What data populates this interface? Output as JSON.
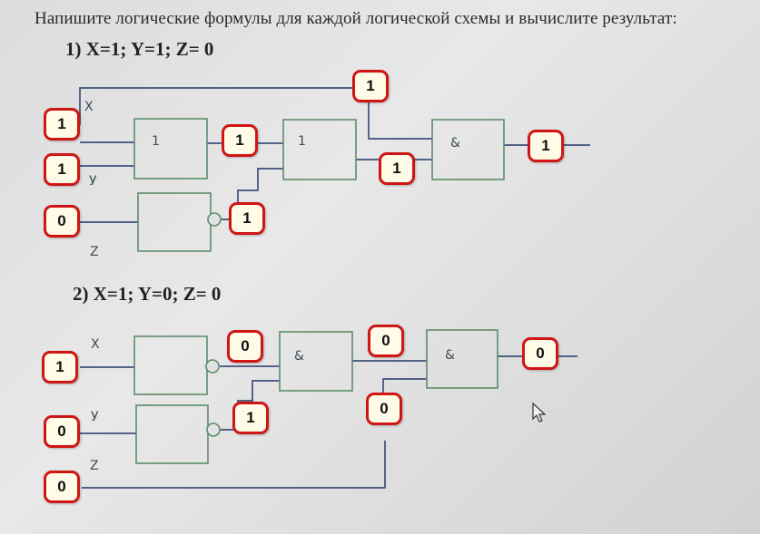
{
  "title": "Напишите логические формулы для каждой логической схемы и вычислите результат:",
  "task1": {
    "heading": "1)  X=1; Y=1; Z= 0",
    "labels": {
      "x": "X",
      "y": "У",
      "z": "Z"
    },
    "gates": {
      "or1": "1",
      "or2": "1",
      "and": "&"
    },
    "values": {
      "x_in": "1",
      "y_in": "1",
      "z_in": "0",
      "or1_out": "1",
      "not_z_out": "1",
      "or2_out": "1",
      "x_tap": "1",
      "result": "1"
    }
  },
  "task2": {
    "heading": "2)  X=1; Y=0; Z= 0",
    "labels": {
      "x": "X",
      "y": "У",
      "z": "Z"
    },
    "gates": {
      "and1": "&",
      "and2": "&"
    },
    "values": {
      "x_in": "1",
      "y_in": "0",
      "z_in": "0",
      "not_x_out": "0",
      "not_y_out": "1",
      "and1_out": "0",
      "z_tap": "0",
      "result": "0"
    }
  }
}
